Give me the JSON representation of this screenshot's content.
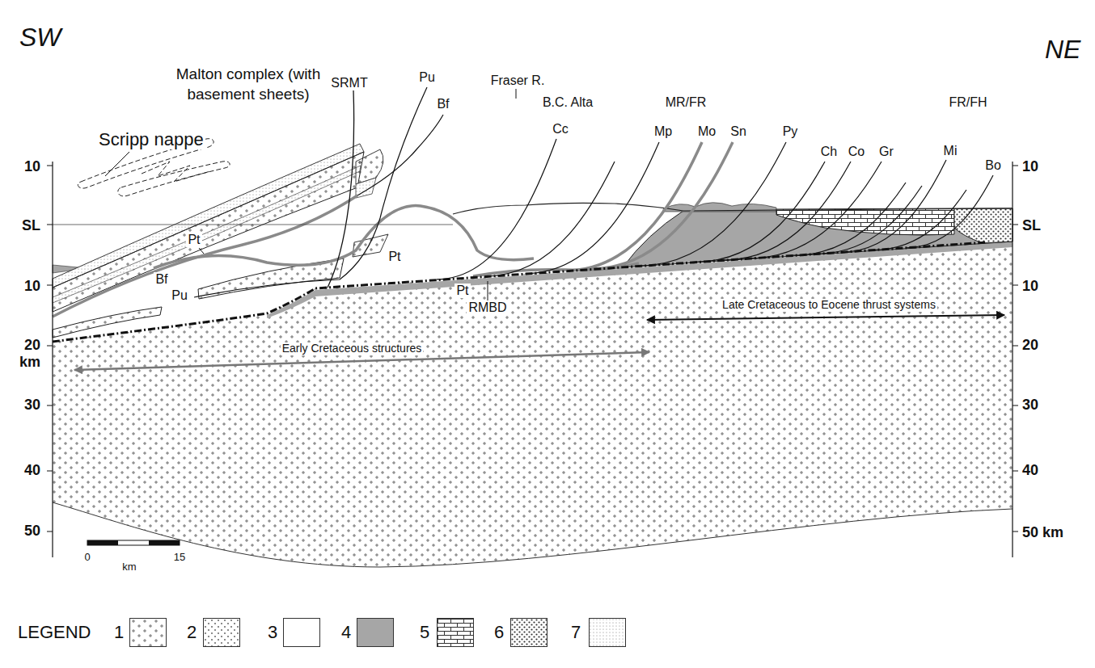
{
  "diagram": {
    "labels": [
      "SW",
      "NE",
      "Malton complex (with basement sheets)",
      "Scripp nappe",
      "SRMT",
      "Pu",
      "Fraser R.",
      "B.C. Alta",
      "MR/FR",
      "FR/FH",
      "Bf",
      "Cc",
      "Mp",
      "Mo",
      "Sn",
      "Py",
      "Ch",
      "Co",
      "Gr",
      "Mi",
      "Bo",
      "Pt",
      "Pt",
      "Pt",
      "Bf",
      "Pu",
      "RMBD",
      "Late Cretaceous to Eocene thrust systems",
      "Early Cretaceous structures",
      "10",
      "SL",
      "10",
      "20",
      "km",
      "30",
      "40",
      "50",
      "10",
      "SL",
      "10",
      "20",
      "30",
      "40",
      "50 km",
      "0",
      "km",
      "15",
      "LEGEND"
    ],
    "legend": [
      {
        "text": "1"
      },
      {
        "text": "2"
      },
      {
        "text": "3",
        "color": "#ffffff"
      },
      {
        "text": "4",
        "color": "#a6a6a6"
      },
      {
        "text": "5"
      },
      {
        "text": "6"
      },
      {
        "text": "7"
      }
    ]
  }
}
